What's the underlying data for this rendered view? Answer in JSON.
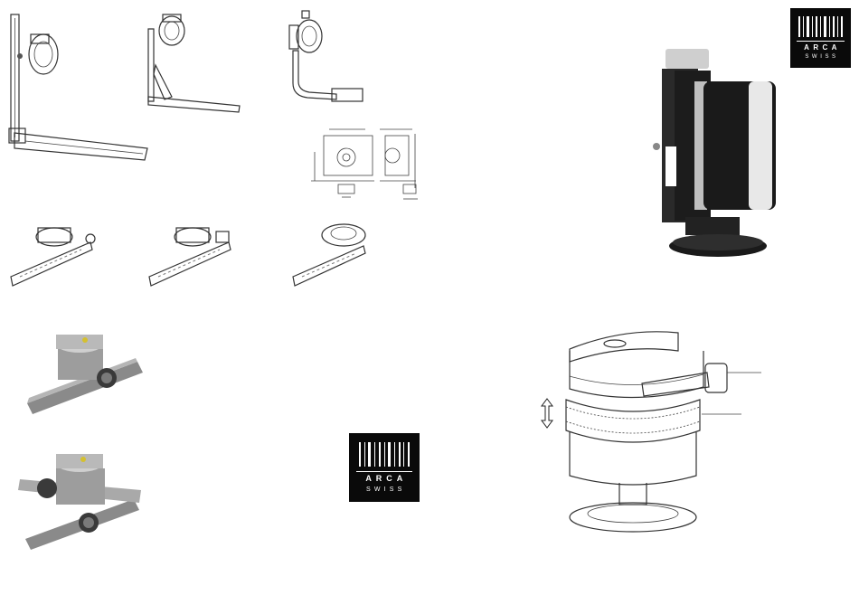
{
  "brand": {
    "line1": "ARCA",
    "line2": "SWISS",
    "bg_color": "#0a0a0a",
    "fg_color": "#ffffff"
  },
  "figures": {
    "top_row": [
      "l-bracket-large",
      "l-bracket-medium",
      "l-bracket-small"
    ],
    "drawing": "technical-drawing-front-side",
    "clamp_row": [
      "rail-clamp-knob",
      "rail-clamp-lever",
      "rail-clamp-round"
    ],
    "slide_clamps": [
      "single-rail-clamp-photo",
      "cross-rail-clamp-photo"
    ],
    "product_photo": "rotation-head-photo",
    "line_drawing": "leveling-base-drawing",
    "arrow_icon": "up-down-arrow-icon"
  }
}
